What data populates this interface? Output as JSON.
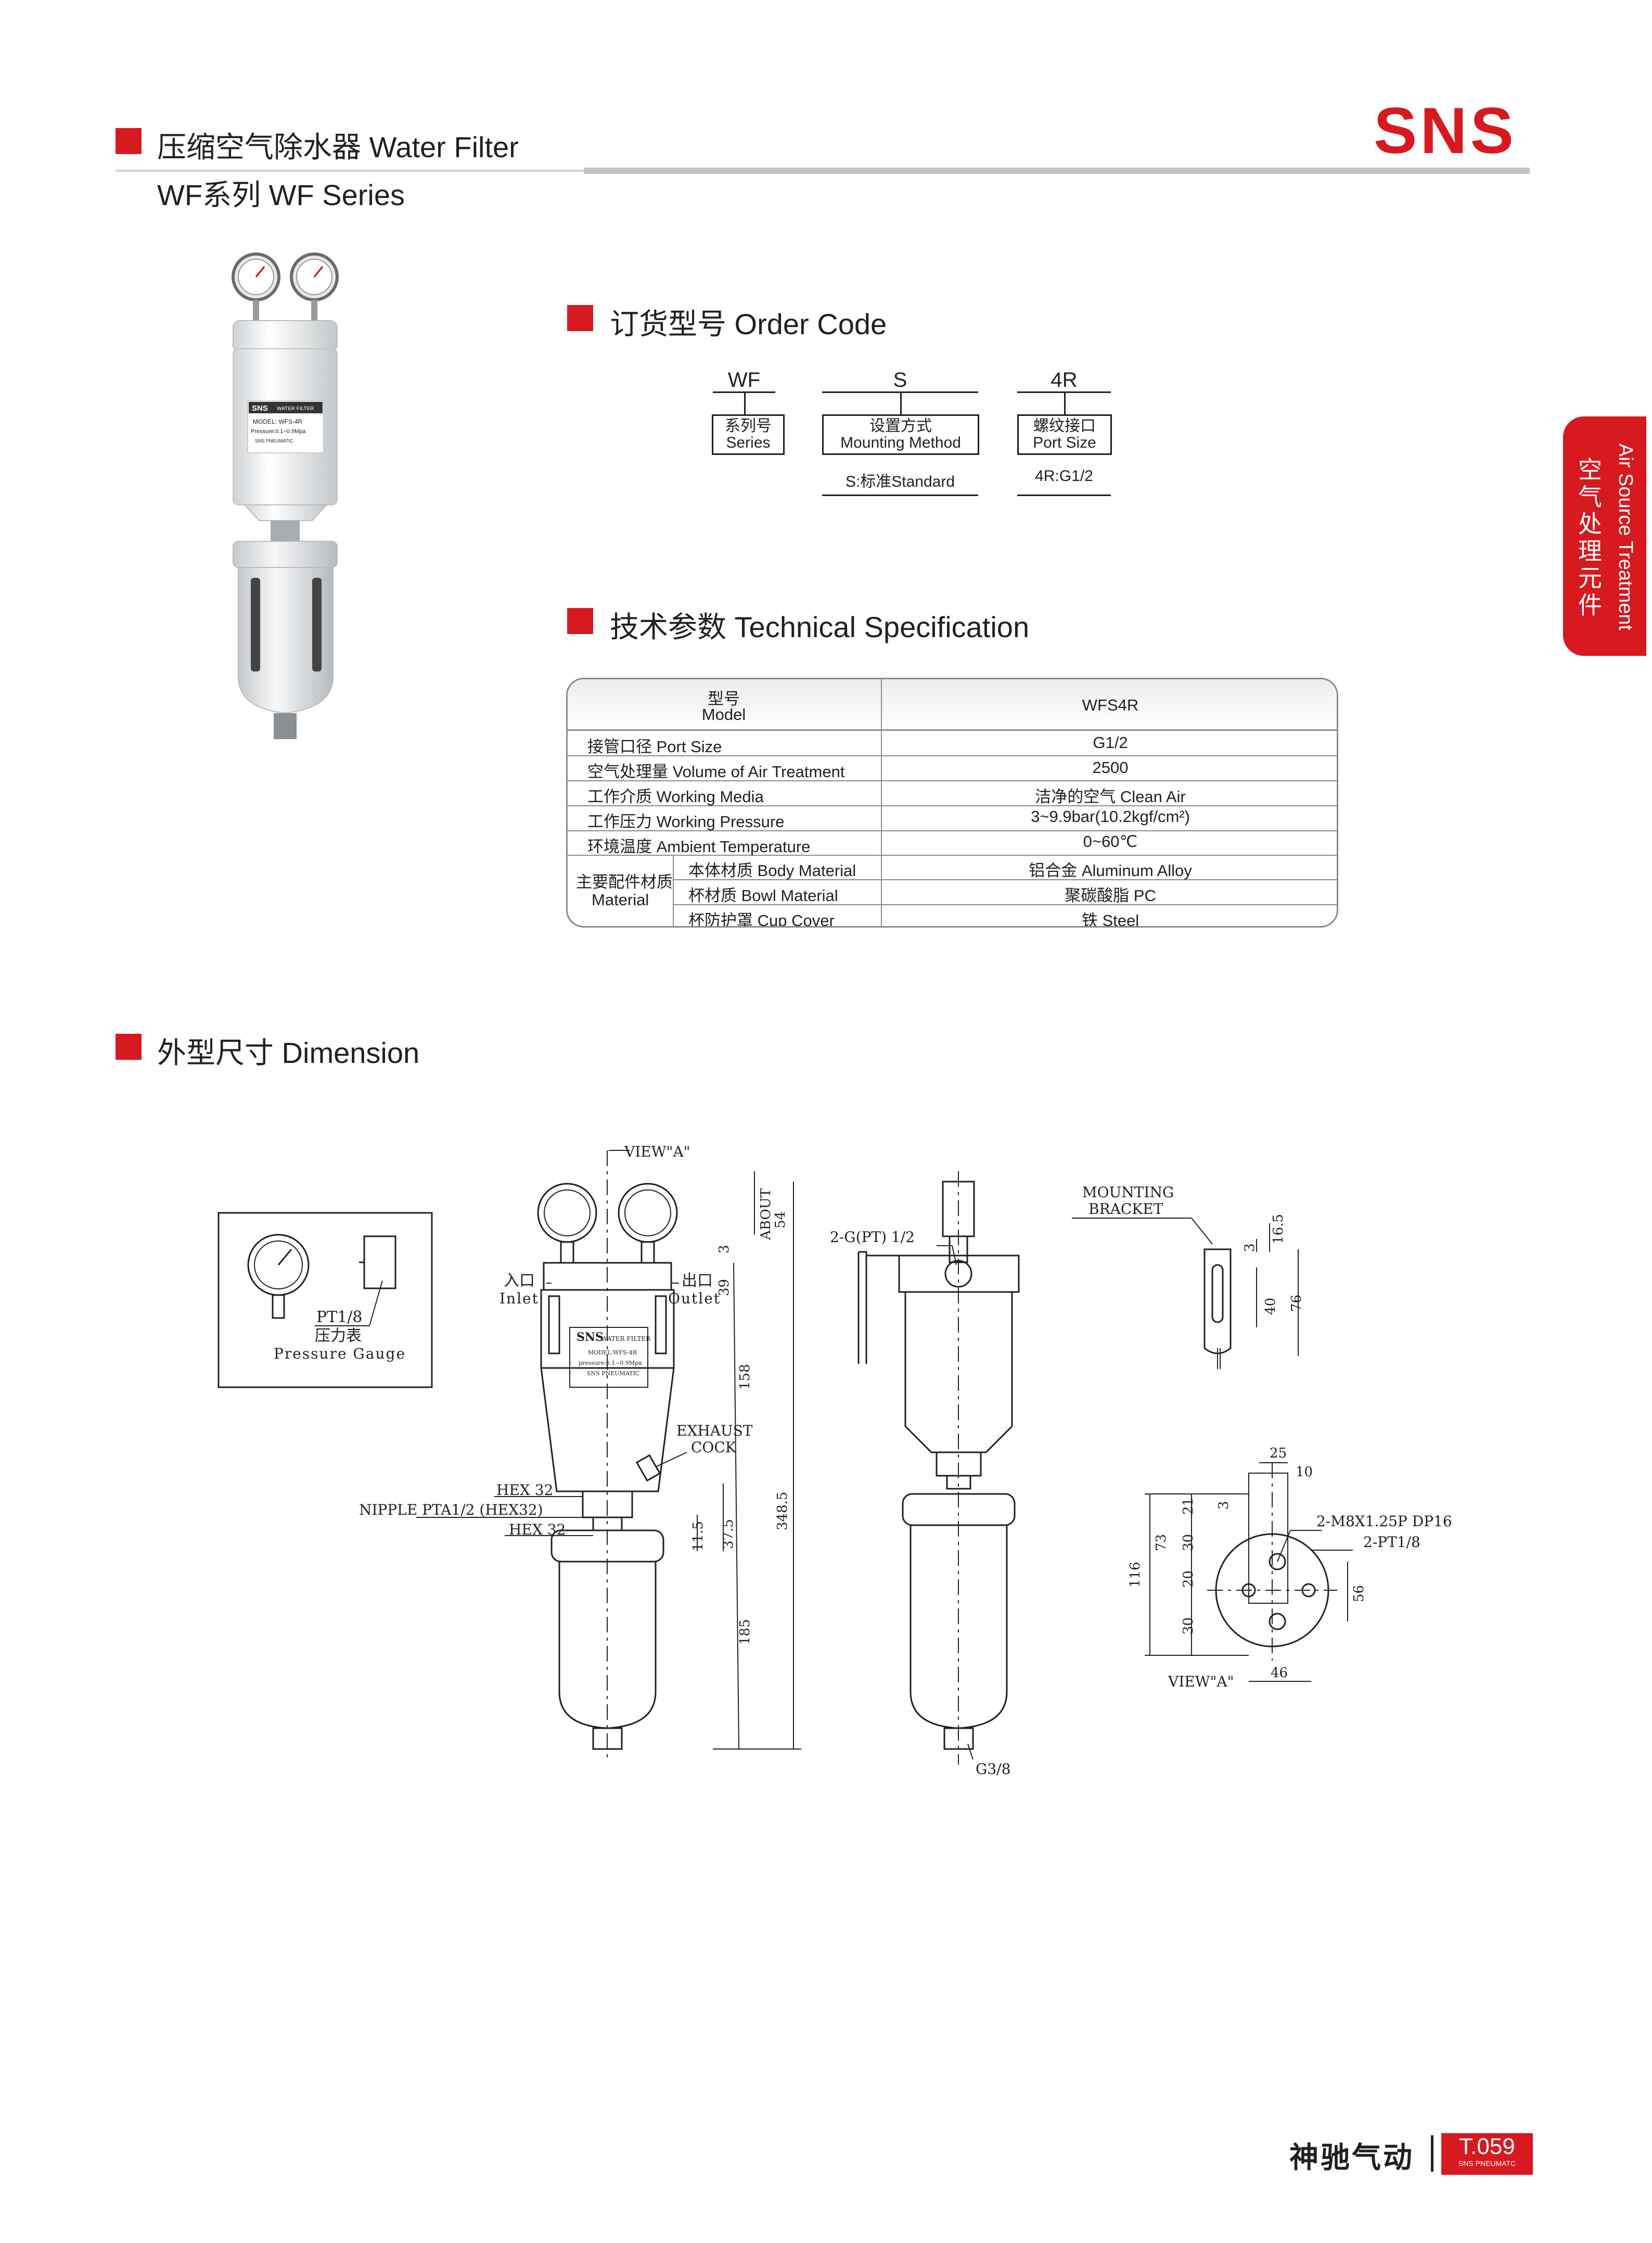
{
  "header": {
    "title": "压缩空气除水器 Water  Filter",
    "subtitle": "WF系列 WF Series",
    "brand": "SNS"
  },
  "side_tab": {
    "english": "Air Source Treatment",
    "chinese": "空气处理元件"
  },
  "product_photo": {
    "label_brand": "SNS",
    "label_type": "WATER FILTER",
    "label_model": "MODEL: WFS-4R",
    "label_pressure": "Pressure:0.1~0.9Mpa",
    "label_maker": "SNS PNEUMATIC"
  },
  "order_code": {
    "title": "订货型号 Order Code",
    "segments": [
      {
        "code": "WF",
        "box_cn": "系列号",
        "box_en": "Series",
        "option": ""
      },
      {
        "code": "S",
        "box_cn": "设置方式",
        "box_en": "Mounting Method",
        "option": "S:标准Standard"
      },
      {
        "code": "4R",
        "box_cn": "螺纹接口",
        "box_en": "Port Size",
        "option": "4R:G1/2"
      }
    ]
  },
  "spec": {
    "title": "技术参数 Technical Specification",
    "header_cn": "型号",
    "header_en": "Model",
    "header_value": "WFS4R",
    "rows": [
      {
        "label": "接管口径 Port Size",
        "value": "G1/2"
      },
      {
        "label": "空气处理量 Volume of Air Treatment",
        "value": "2500"
      },
      {
        "label": "工作介质 Working Media",
        "value": "洁净的空气 Clean Air"
      },
      {
        "label": "工作压力 Working Pressure",
        "value": "3~9.9bar(10.2kgf/cm²)"
      },
      {
        "label": "环境温度 Ambient Temperature",
        "value": "0~60℃"
      }
    ],
    "material_group_cn": "主要配件材质",
    "material_group_en": "Material",
    "material_rows": [
      {
        "label": "本体材质 Body Material",
        "value": "铝合金 Aluminum Alloy"
      },
      {
        "label": "杯材质 Bowl Material",
        "value": "聚碳酸脂 PC"
      },
      {
        "label": "杯防护罩 Cup Cover",
        "value": "铁 Steel"
      }
    ]
  },
  "dimension": {
    "title": "外型尺寸 Dimension",
    "gauge_box": {
      "code": "PT1/8",
      "cn": "压力表",
      "en": "Pressure Gauge"
    },
    "front": {
      "view": "VIEW\"A\"",
      "inlet_cn": "入口",
      "inlet_en": "Inlet",
      "outlet_cn": "出口",
      "outlet_en": "Outlet",
      "hex1": "HEX 32",
      "nipple": "NIPPLE PTA1/2 (HEX32)",
      "hex2": "HEX 32",
      "exhaust1": "EXHAUST",
      "exhaust2": "COCK",
      "about": "ABOUT",
      "dims": [
        "54",
        "3",
        "39",
        "158",
        "11.5",
        "37.5",
        "348.5",
        "185"
      ],
      "body_brand": "SNS",
      "body_type": "WATER FILTER",
      "body_line1": "MODEL:WFS-4R",
      "body_line2": "pressure:0.1~0.9Mpa",
      "body_line3": "SNS PNEUMATIC"
    },
    "side": {
      "port": "2-G(PT) 1/2",
      "drain": "G3/8"
    },
    "bracket": {
      "label1": "MOUNTING",
      "label2": "BRACKET",
      "dims": [
        "16.5",
        "3",
        "40",
        "76"
      ]
    },
    "view_a": {
      "view": "VIEW\"A\"",
      "hole1": "2-M8X1.25P DP16",
      "hole2": "2-PT1/8",
      "dims": [
        "25",
        "10",
        "21",
        "3",
        "30",
        "20",
        "30",
        "73",
        "116",
        "56",
        "46"
      ]
    }
  },
  "footer": {
    "company": "神驰气动",
    "page": "T.059",
    "sub": "SNS PNEUMATC"
  }
}
